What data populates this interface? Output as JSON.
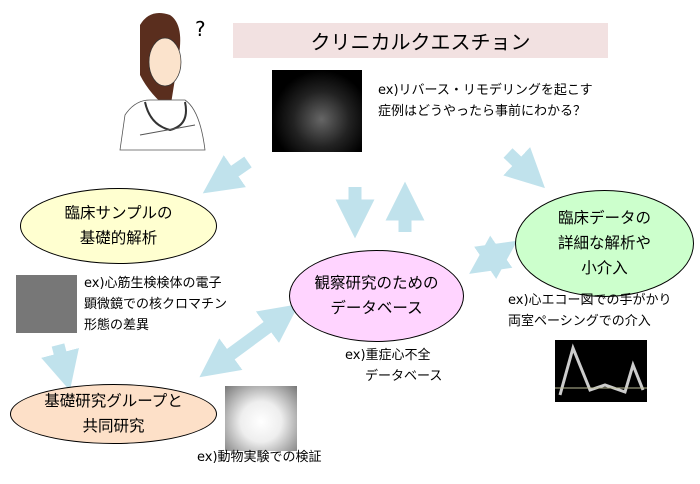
{
  "title": "クリニカルクエスチョン",
  "question": {
    "line1": "ex)リバース・リモデリングを起こす",
    "line2": "症例はどうやったら事前にわかる？"
  },
  "doctor": {
    "question_mark": "?"
  },
  "nodes": {
    "clinical_sample": {
      "line1": "臨床サンプルの",
      "line2": "基礎的解析",
      "color": "#ffffd0"
    },
    "clinical_data": {
      "line1": "臨床データの",
      "line2": "詳細な解析や",
      "line3": "小介入",
      "color": "#ccffcc"
    },
    "database": {
      "line1": "観察研究のための",
      "line2": "データベース",
      "color": "#ffd4ff"
    },
    "basic_research": {
      "line1": "基礎研究グループと",
      "line2": "共同研究",
      "color": "#fde0c8"
    }
  },
  "examples": {
    "em": {
      "line1": "ex)心筋生検検体の電子",
      "line2": "顕微鏡での核クロマチン",
      "line3": "形態の差異"
    },
    "echo": {
      "line1": "ex)心エコー図での手がかり",
      "line2": "両室ペーシングでの介入"
    },
    "db": {
      "line1": "ex)重症心不全",
      "line2": "データベース"
    },
    "animal": {
      "line1": "ex)動物実験での検証"
    }
  },
  "colors": {
    "arrow": "#c0e2ec",
    "title_bg": "#f2e1e1"
  }
}
